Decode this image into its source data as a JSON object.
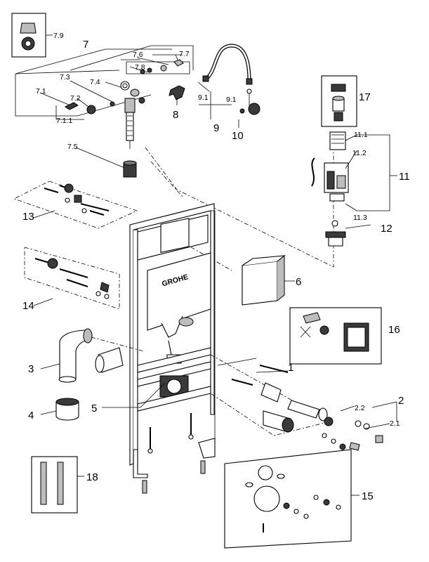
{
  "brand": "GROHE",
  "labels": {
    "l1": "1",
    "l2": "2",
    "l2_1": "2.1",
    "l2_2": "2.2",
    "l3": "3",
    "l4": "4",
    "l5": "5",
    "l6": "6",
    "l7": "7",
    "l7_1": "7.1",
    "l7_1_1": "7.1.1",
    "l7_2": "7.2",
    "l7_3": "7.3",
    "l7_4": "7.4",
    "l7_5": "7.5",
    "l7_6": "7.6",
    "l7_7": "7.7",
    "l7_8": "7.8",
    "l7_9": "7.9",
    "l8": "8",
    "l9": "9",
    "l9_1a": "9.1",
    "l9_1b": "9.1",
    "l10": "10",
    "l11": "11",
    "l11_1": "11.1",
    "l11_2": "11.2",
    "l11_3": "11.3",
    "l12": "12",
    "l13": "13",
    "l14": "14",
    "l15": "15",
    "l16": "16",
    "l17": "17",
    "l18": "18"
  }
}
